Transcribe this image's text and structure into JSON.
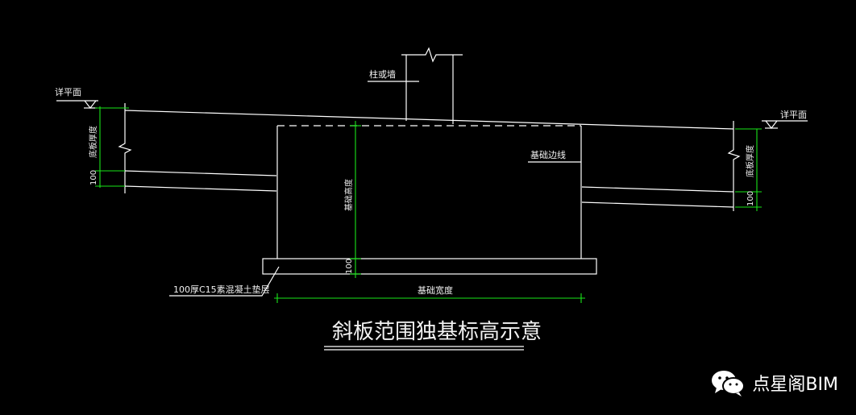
{
  "drawing": {
    "labels": {
      "ground_left": "详平面",
      "ground_right": "详平面",
      "column_wall": "柱或墙",
      "slab_thickness_left": "底板厚度",
      "slab_thickness_right": "底板厚度",
      "dim_100_left": "100",
      "dim_100_right": "100",
      "foundation_height": "基础高度",
      "cushion_dim": "100",
      "foundation_edge": "基础边线",
      "foundation_width": "基础宽度",
      "cushion_note": "100厚C15素混凝土垫层",
      "title": "斜板范围独基标高示意"
    },
    "colors": {
      "background": "#000000",
      "lines": "#ffffff",
      "dimensions": "#19e619"
    }
  },
  "watermark": {
    "icon": "wechat-icon",
    "text": "点星阁BIM"
  }
}
